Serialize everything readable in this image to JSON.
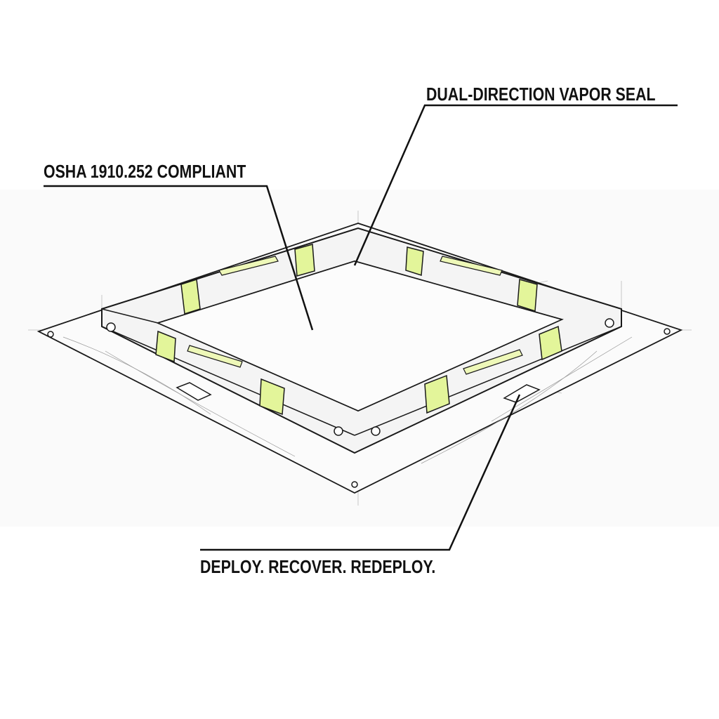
{
  "callouts": {
    "vapor_seal": "DUAL-DIRECTION VAPOR SEAL",
    "osha": "OSHA 1910.252 COMPLIANT",
    "deploy": "DEPLOY. RECOVER. REDEPLOY."
  },
  "colors": {
    "line": "#1a1a1a",
    "band": "#e3f59a",
    "strip": "#eef8b8",
    "background": "#ffffff"
  }
}
